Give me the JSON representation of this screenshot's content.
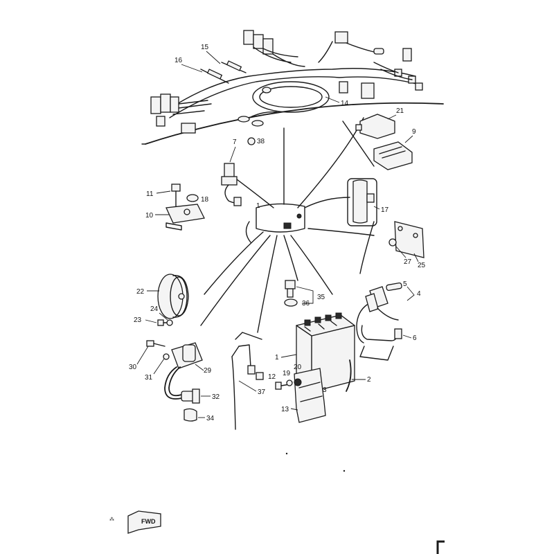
{
  "diagram": {
    "fwd_label": "FWD",
    "callouts": {
      "c1": "1",
      "c2": "2",
      "c3": "3",
      "c4": "4",
      "c5": "5",
      "c6": "6",
      "c7": "7",
      "c9": "9",
      "c10": "10",
      "c11": "11",
      "c12": "12",
      "c13": "13",
      "c14": "14",
      "c15": "15",
      "c16": "16",
      "c17": "17",
      "c18": "18",
      "c19": "19",
      "c20": "20",
      "c21": "21",
      "c22": "22",
      "c23": "23",
      "c24": "24",
      "c25": "25",
      "c27": "27",
      "c29": "29",
      "c30": "30",
      "c31": "31",
      "c32": "32",
      "c34": "34",
      "c35": "35",
      "c36": "36",
      "c37": "37",
      "c38": "38"
    }
  }
}
